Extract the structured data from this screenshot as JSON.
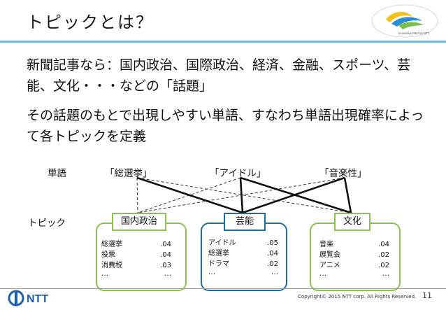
{
  "title": "トピックとは？",
  "logo_text": "Innovative R&D by NTT",
  "paragraphs": [
    "新聞記事なら：国内政治、国際政治、経済、金融、スポーツ、芸能、文化・・・などの「話題」",
    "その話題のもとで出現しやすい単語、すなわち単語出現確率によって各トピックを定義"
  ],
  "diagram": {
    "word_row_label": "単語",
    "topic_row_label": "トピック",
    "words": [
      "「総選挙」",
      "「アイドル」",
      "「音楽性」"
    ],
    "topics": [
      {
        "name": "国内政治",
        "color": "#8cc152",
        "rows": [
          {
            "word": "総選挙",
            "value": ".04"
          },
          {
            "word": "投票",
            "value": ".04"
          },
          {
            "word": "消費税",
            "value": ".03"
          },
          {
            "word": "…",
            "value": "…"
          }
        ]
      },
      {
        "name": "芸能",
        "color": "#1f6e99",
        "rows": [
          {
            "word": "アイドル",
            "value": ".05"
          },
          {
            "word": "総選挙",
            "value": ".04"
          },
          {
            "word": "ドラマ",
            "value": ".02"
          },
          {
            "word": "…",
            "value": "…"
          }
        ]
      },
      {
        "name": "文化",
        "color": "#8cc152",
        "rows": [
          {
            "word": "音楽",
            "value": ".04"
          },
          {
            "word": "展覧会",
            "value": ".02"
          },
          {
            "word": "アニメ",
            "value": ".02"
          },
          {
            "word": "…",
            "value": "…"
          }
        ]
      }
    ],
    "strong_links": [
      [
        0,
        1
      ],
      [
        1,
        1
      ],
      [
        1,
        2
      ],
      [
        2,
        2
      ],
      [
        2,
        1
      ]
    ]
  },
  "footer": {
    "company": "NTT",
    "copyright": "Copyright© 2015  NTT corp. All Rights Reserved.",
    "page_number": "11"
  }
}
